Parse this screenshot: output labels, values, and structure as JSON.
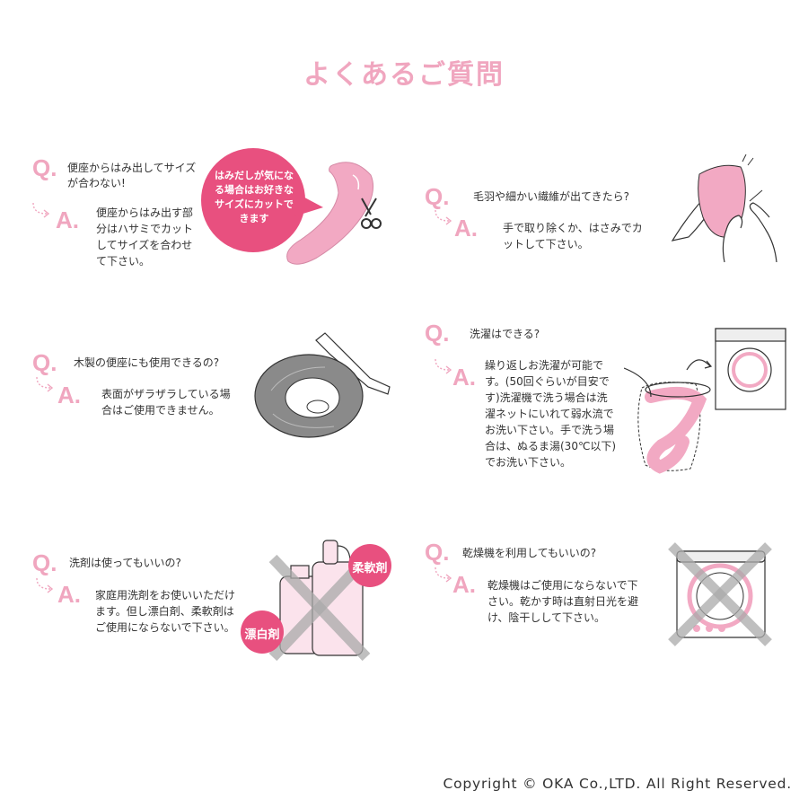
{
  "title": "よくあるご質問",
  "q_label": "Q.",
  "a_label": "A.",
  "faqs": [
    {
      "q": "便座からはみ出してサイズが合わない!",
      "a": "便座からはみ出す部分はハサミでカットしてサイズを合わせて下さい。"
    },
    {
      "q": "毛羽や細かい繊維が出てきたら?",
      "a": "手で取り除くか、はさみでカットして下さい。"
    },
    {
      "q": "木製の便座にも使用できるの?",
      "a": "表面がザラザラしている場合はご使用できません。"
    },
    {
      "q": "洗濯はできる?",
      "a": "繰り返しお洗濯が可能です。(50回ぐらいが目安です)洗濯機で洗う場合は洗濯ネットにいれて弱水流でお洗い下さい。手で洗う場合は、ぬるま湯(30℃以下)でお洗い下さい。"
    },
    {
      "q": "洗剤は使ってもいいの?",
      "a": "家庭用洗剤をお使いいただけます。但し漂白剤、柔軟剤はご使用にならないで下さい。"
    },
    {
      "q": "乾燥機を利用してもいいの?",
      "a": "乾燥機はご使用にならないで下さい。乾かす時は直射日光を避け、陰干しして下さい。"
    }
  ],
  "bubble_text": "はみだしが気になる場合はお好きなサイズにカットできます",
  "badges": {
    "softener": "柔軟剤",
    "bleach": "漂白剤"
  },
  "colors": {
    "accent": "#f0a6bf",
    "bubble": "#e8507f",
    "product_pink": "#f2a9c3",
    "text": "#333333"
  },
  "copyright": "Copyright © OKA Co.,LTD. All Right Reserved."
}
